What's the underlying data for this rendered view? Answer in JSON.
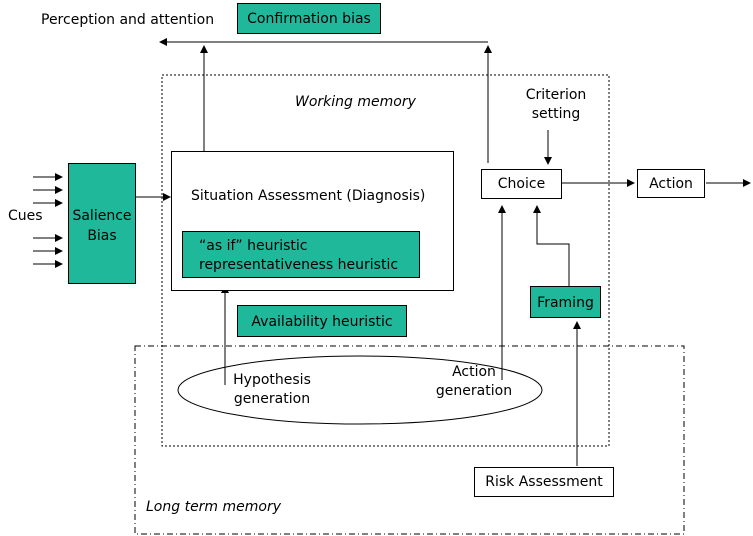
{
  "labels": {
    "perception": "Perception and attention",
    "confirmation_bias": "Confirmation bias",
    "working_memory": "Working memory",
    "criterion_line1": "Criterion",
    "criterion_line2": "setting",
    "cues": "Cues",
    "salience_line1": "Salience",
    "salience_line2": "Bias",
    "situation_assessment": "Situation Assessment (Diagnosis)",
    "heuristic_line1": "“as if” heuristic",
    "heuristic_line2": "representativeness heuristic",
    "availability": "Availability heuristic",
    "choice": "Choice",
    "action": "Action",
    "framing": "Framing",
    "hypothesis_line1": "Hypothesis",
    "hypothesis_line2": "generation",
    "action_gen_line1": "Action",
    "action_gen_line2": "generation",
    "risk_assessment": "Risk Assessment",
    "long_term_memory": "Long term memory"
  },
  "colors": {
    "highlight": "#1fb89a",
    "line": "#000000"
  }
}
